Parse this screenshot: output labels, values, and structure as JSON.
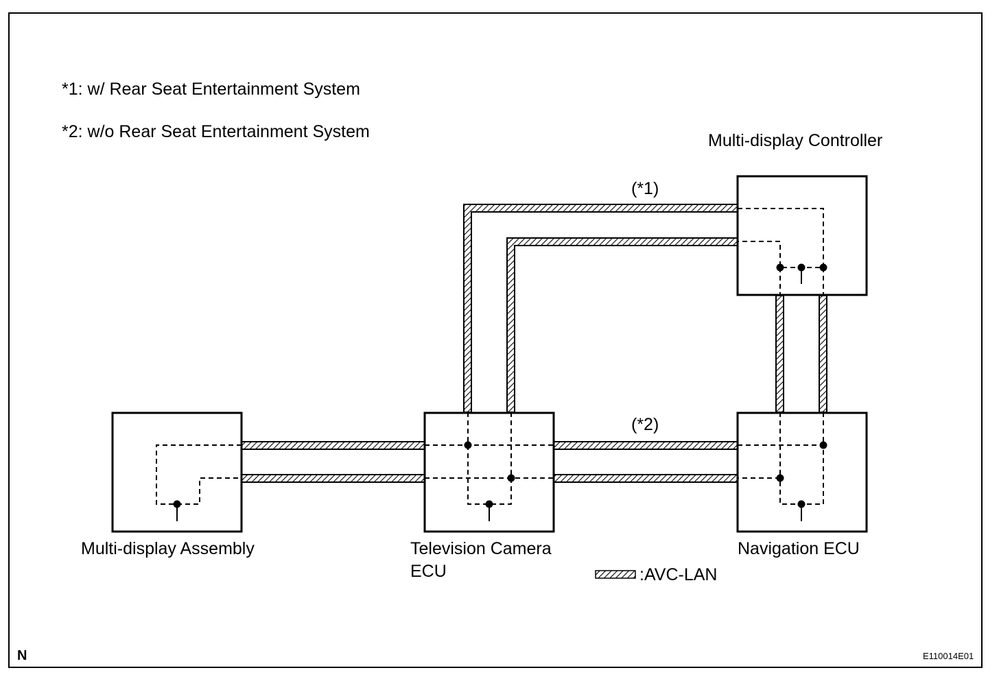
{
  "notes": {
    "note1": "*1: w/ Rear Seat Entertainment System",
    "note2": "*2: w/o Rear Seat Entertainment System"
  },
  "components": {
    "multi_display_assembly": "Multi-display Assembly",
    "tv_camera_ecu_line1": "Television Camera",
    "tv_camera_ecu_line2": "ECU",
    "navigation_ecu": "Navigation ECU",
    "multi_display_controller": "Multi-display Controller"
  },
  "route_labels": {
    "star1": "(*1)",
    "star2": "(*2)"
  },
  "legend": {
    "avc_lan": ":AVC-LAN"
  },
  "footer": {
    "corner_letter": "N",
    "figure_code": "E110014E01"
  },
  "colors": {
    "line": "#000000",
    "background": "#ffffff"
  }
}
